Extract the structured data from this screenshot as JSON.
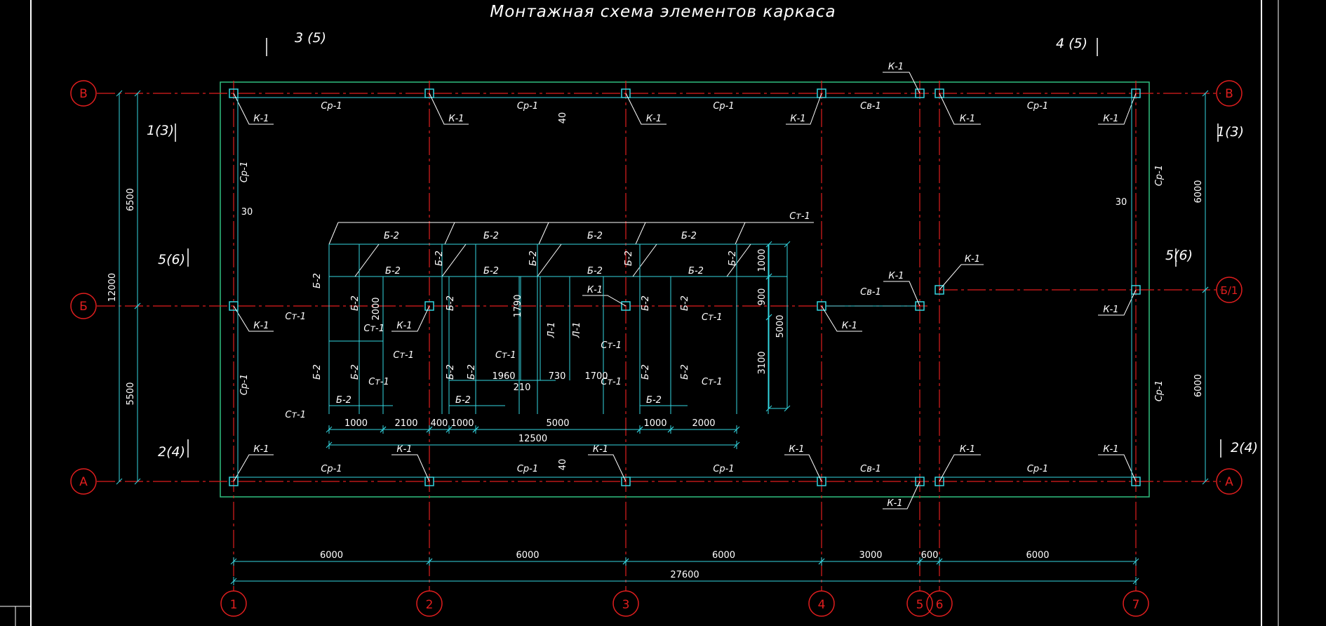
{
  "title": "Монтажная схема элементов каркаса",
  "colors": {
    "background": "#000000",
    "axis": "#e01e1e",
    "element": "#33d6e0",
    "dimension": "#33d6e0",
    "contour": "#30c080",
    "text": "#ffffff",
    "frame": "#ffffff"
  },
  "axes_vertical": [
    "1",
    "2",
    "3",
    "4",
    "5",
    "6",
    "7"
  ],
  "axes_horizontal": [
    "В",
    "Б",
    "А",
    "Б/1"
  ],
  "section_marks": [
    "3 (5)",
    "4 (5)",
    "1(3)",
    "1(3)",
    "5(6)",
    "5(6)",
    "2(4)",
    "2(4)"
  ],
  "dimensions": {
    "bottom_chain": [
      "6000",
      "6000",
      "6000",
      "3000",
      "600",
      "6000"
    ],
    "bottom_total": "27600",
    "left_chain": [
      "6500",
      "5500"
    ],
    "left_total": "12000",
    "right_chain": [
      "6000",
      "6000"
    ],
    "inner_chain": [
      "1000",
      "2100",
      "400",
      "1000",
      "5000",
      "1000",
      "2000"
    ],
    "inner_total": "12500",
    "inner_vertical": [
      "1000",
      "900",
      "3100",
      "5000"
    ],
    "misc": [
      "40",
      "40",
      "30",
      "30",
      "2000",
      "1790",
      "1960",
      "730",
      "1700",
      "210"
    ]
  },
  "labels": {
    "column": "К-1",
    "strut": "Ср-1",
    "brace": "Св-1",
    "beam": "Б-2",
    "stand": "Ст-1",
    "stair": "Л-1"
  }
}
